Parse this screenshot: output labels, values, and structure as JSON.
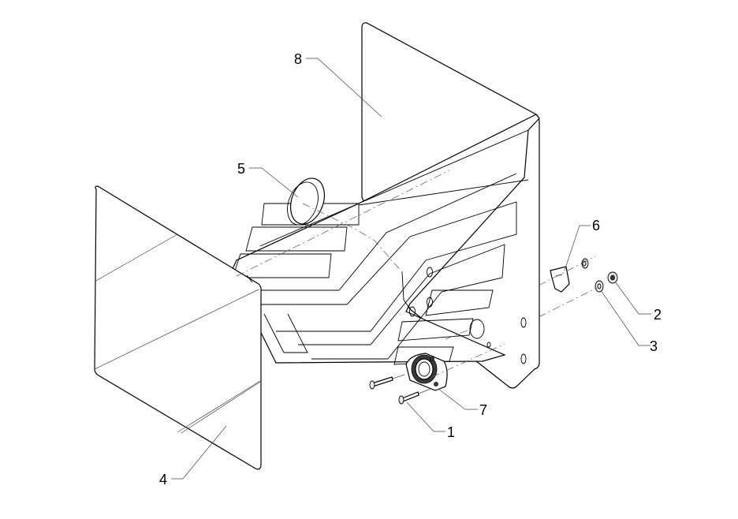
{
  "callouts": [
    {
      "id": "8",
      "label": "8"
    },
    {
      "id": "5",
      "label": "5"
    },
    {
      "id": "6",
      "label": "6"
    },
    {
      "id": "2",
      "label": "2"
    },
    {
      "id": "3",
      "label": "3"
    },
    {
      "id": "7",
      "label": "7"
    },
    {
      "id": "1",
      "label": "1"
    },
    {
      "id": "4",
      "label": "4"
    }
  ],
  "colors": {
    "line": "#000000",
    "background": "#ffffff",
    "fill_light": "#e8e8e8"
  }
}
